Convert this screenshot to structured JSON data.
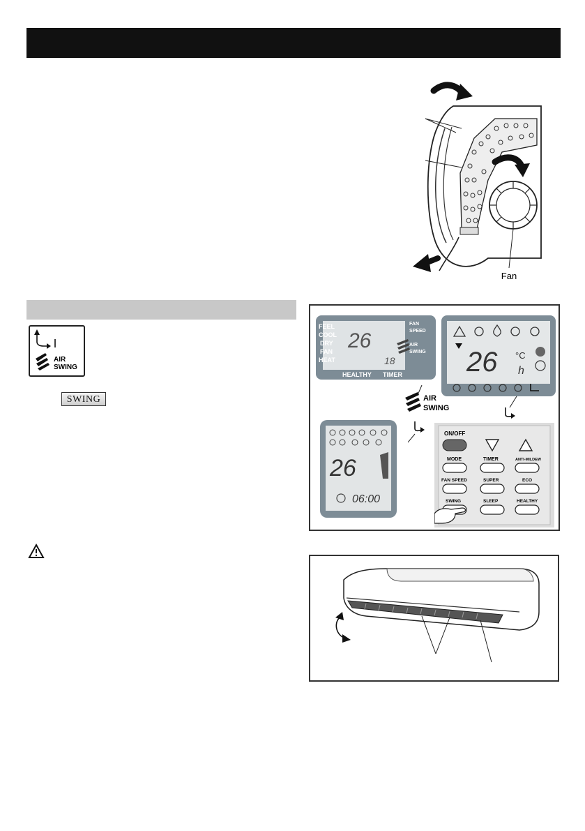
{
  "airflow_figure": {
    "fan_label": "Fan"
  },
  "air_swing_icon": {
    "line1": "AIR",
    "line2": "SWING"
  },
  "swing_key_label": "SWING",
  "remote_lcd_1": {
    "modes": [
      "FEEL",
      "COOL",
      "DRY",
      "FAN",
      "HEAT"
    ],
    "temp": "26",
    "timer_value": "18",
    "right_labels": [
      "FAN",
      "SPEED",
      "AIR",
      "SWING"
    ],
    "bottom_labels": [
      "HEALTHY",
      "TIMER"
    ]
  },
  "remote_lcd_2": {
    "temp": "26",
    "units": [
      "°C",
      "h"
    ]
  },
  "air_swing_callout": {
    "line1": "AIR",
    "line2": "SWING"
  },
  "remote_lcd_3": {
    "temp": "26",
    "clock": "06:00"
  },
  "remote_buttons": {
    "on_off": "ON/OFF",
    "row1": [
      "MODE",
      "TIMER",
      "ANTI-MILDEW"
    ],
    "row2": [
      "FAN SPEED",
      "SUPER",
      "ECO"
    ],
    "row3": [
      "SWING",
      "SLEEP",
      "HEALTHY"
    ]
  }
}
